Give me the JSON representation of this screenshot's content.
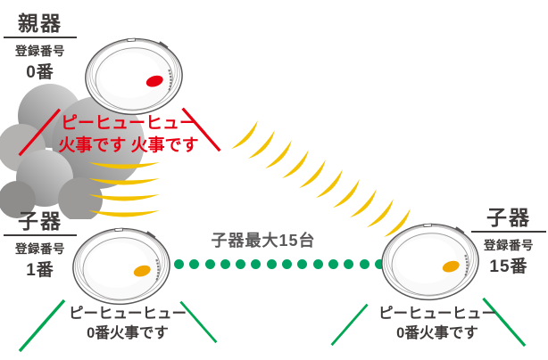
{
  "colors": {
    "alert_red": "#e60012",
    "wave_yellow": "#f3c200",
    "bolt_green": "#00a651",
    "dot_green": "#00a263",
    "led_red": "#e60012",
    "led_orange": "#f0a500",
    "text_dark": "#3e3a39",
    "text_gray": "#595757"
  },
  "parent_unit": {
    "title": "親器",
    "reg_label": "登録番号",
    "reg_number": "0番",
    "alert_line1": "ピーヒューヒュー",
    "alert_line2": "火事です 火事です"
  },
  "child_unit_left": {
    "title": "子器",
    "reg_label": "登録番号",
    "reg_number": "1番",
    "alert_line1": "ピーヒューヒュー",
    "alert_line2": "0番火事です"
  },
  "child_unit_right": {
    "title": "子器",
    "reg_label": "登録番号",
    "reg_number": "15番",
    "alert_line1": "ピーヒューヒュー",
    "alert_line2": "0番火事です"
  },
  "link": {
    "max_units_label": "子器最大15台",
    "dot_count": 14
  },
  "waves": {
    "vertical_count": 4,
    "diagonal_count": 10
  }
}
